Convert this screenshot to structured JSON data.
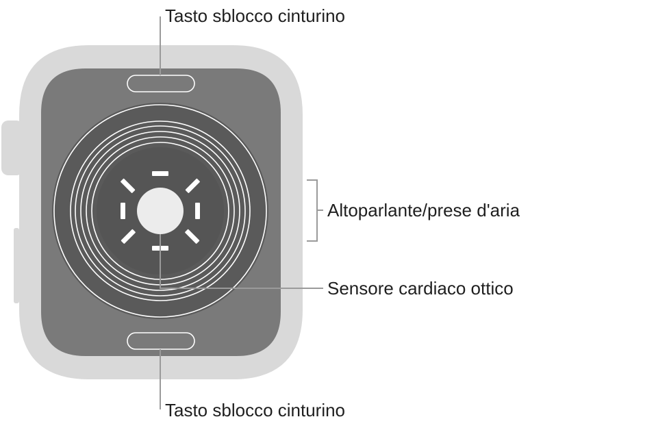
{
  "diagram": {
    "labels": {
      "top_strap_release": "Tasto sblocco cinturino",
      "speaker_vents": "Altoparlante/prese d'aria",
      "heart_sensor": "Sensore cardiaco ottico",
      "bottom_strap_release": "Tasto sblocco cinturino"
    },
    "colors": {
      "case_outer": "#d9d9d9",
      "case_inner": "#7a7a7a",
      "sensor_dome": "#5a5a5a",
      "rings": "#ffffff",
      "leader_lines": "#9a9a9a",
      "text": "#1f1f1f"
    }
  }
}
